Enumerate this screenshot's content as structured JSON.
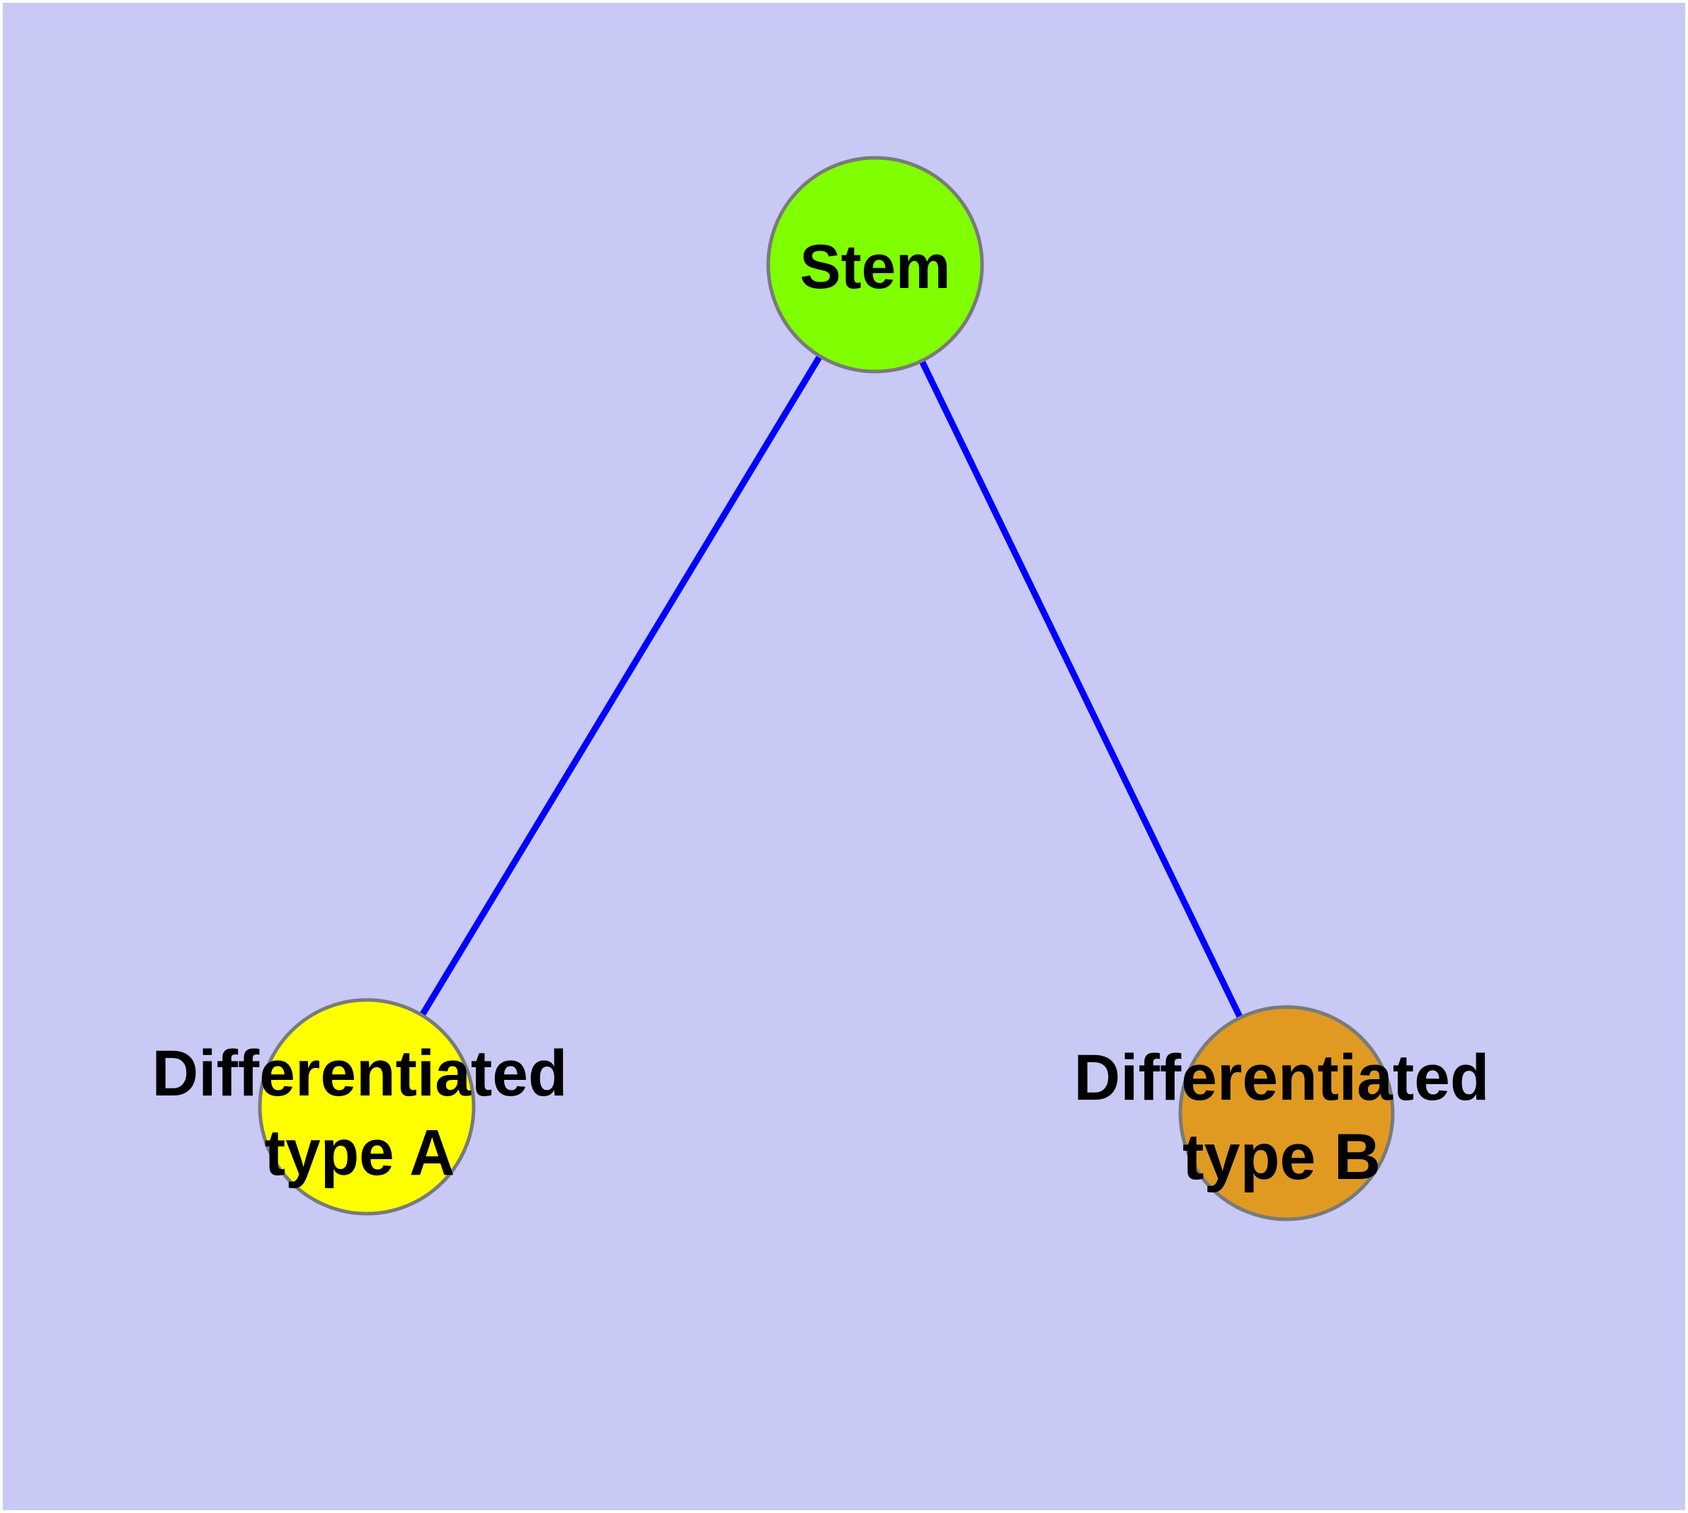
{
  "diagram": {
    "type": "graph",
    "background_color": "#c9c9f6",
    "frame_color": "#ffffff",
    "edge_color": "#0000ff",
    "node_border_color": "#7a7a7a",
    "label_color": "#000000",
    "nodes": [
      {
        "id": "stem",
        "label": "Stem",
        "fill": "#7fff00"
      },
      {
        "id": "differentiated-type-a",
        "label": "Differentiated type A",
        "label_line1": "Differentiated",
        "label_line2": "type A",
        "fill": "#ffff00"
      },
      {
        "id": "differentiated-type-b",
        "label": "Differentiated type B",
        "label_line1": "Differentiated",
        "label_line2": "type B",
        "fill": "#e09a22"
      }
    ],
    "edges": [
      {
        "from": "stem",
        "to": "differentiated-type-a"
      },
      {
        "from": "stem",
        "to": "differentiated-type-b"
      }
    ]
  }
}
